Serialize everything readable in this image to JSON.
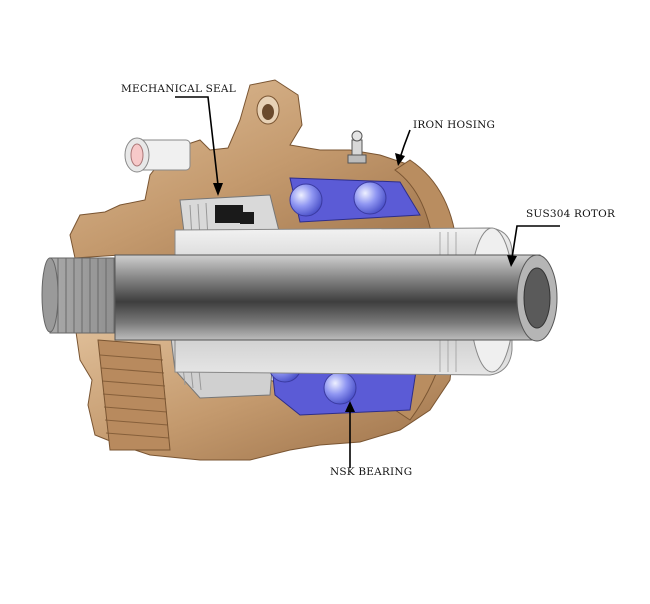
{
  "diagram": {
    "labels": {
      "mechanical_seal": "MECHANICAL SEAL",
      "iron_housing": "IRON HOSING",
      "rotor": "SUS304 ROTOR",
      "bearing": "NSK BEARING"
    },
    "colors": {
      "housing": "#c9a27a",
      "housing_dark": "#8a6440",
      "rotor": "#6f6f6f",
      "rotor_light": "#d9d9d9",
      "bearing_race": "#5b5bd6",
      "bearing_ball": "#8f96f2",
      "seal": "#1a1a1a",
      "leader": "#000000"
    }
  }
}
